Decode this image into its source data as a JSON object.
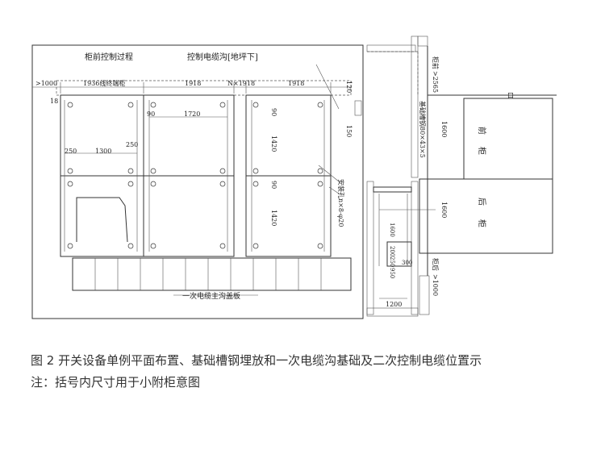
{
  "labels": {
    "front_control": "柜前控制过程",
    "control_trench": "控制电缆沟[地坪下]",
    "dim_1000": ">1000",
    "dim_1936": "1936线终端柜",
    "dim_1918_a": "1918",
    "dim_n1918": "N×1918",
    "dim_1918_b": "1918",
    "dim_18": "18",
    "dim_90_a": "90",
    "dim_1720": "1720",
    "dim_90_b": "90",
    "dim_1420_a": "1420",
    "dim_250_a": "250",
    "dim_1300": "1300",
    "dim_250_b": "250",
    "dim_90_c": "90",
    "dim_1420_b": "1420",
    "dim_120": "120",
    "dim_150": "150",
    "mount_holes": "安装孔n×8-φ20",
    "base_channel": "基础槽钢80×43×5",
    "cab_front_label": "柜前",
    "dim_2565": ">2565",
    "dim_1600_a": "1600",
    "front_cab_1": "前",
    "front_cab_2": "柜",
    "rear_cab_1": "后",
    "rear_cab_2": "柜",
    "dim_1600_b": "1600",
    "dim_1600_c": "1600",
    "dim_200": "200",
    "dim_250": "250",
    "dim_950": "950",
    "dim_300": "300",
    "dim_1200": "1200",
    "cab_rear_label": "柜后",
    "dim_1000_b": ">1000",
    "trench_cover": "一次电缆主沟盖板",
    "corner_mark": "口"
  },
  "caption": {
    "line1": "图 2 开关设备单例平面布置、基础槽钢埋放和一次电缆沟基础及二次控制电缆位置示",
    "line2": "注：括号内尺寸用于小附柜意图"
  }
}
